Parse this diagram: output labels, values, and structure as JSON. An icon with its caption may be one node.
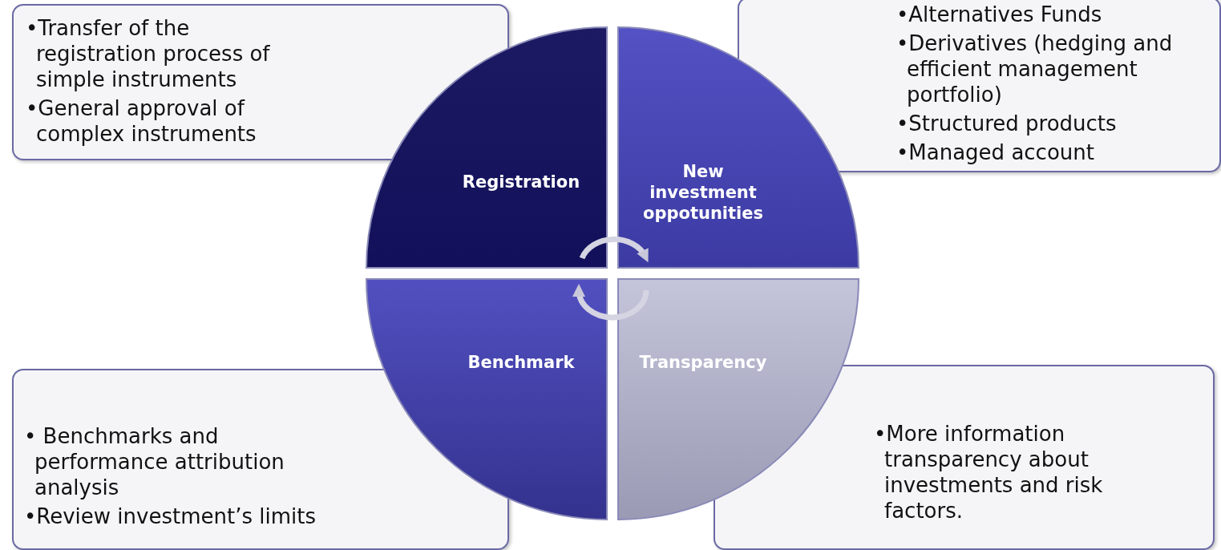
{
  "diagram": {
    "nodes": [
      {
        "text": [
          "•Transfer of the registration process of simple instruments",
          "•General approval of complex instruments"
        ]
      },
      {
        "text": [
          "Registration"
        ]
      },
      {
        "text": [
          "New investment oppotunities"
        ]
      },
      {
        "text": [
          "•Alternatives Funds",
          "•Derivatives (hedging and efficient management portfolio)",
          "•Structured products",
          "•Managed account"
        ]
      },
      {
        "text": [
          "• Benchmarks and performance attribution analysis",
          "•Review investment’s limits"
        ]
      },
      {
        "text": [
          "Benchmark"
        ]
      },
      {
        "text": [
          "Transparency"
        ]
      },
      {
        "text": [
          "•More information transparency about investments and risk factors."
        ]
      }
    ],
    "edges": [
      {
        "from": 1,
        "to": 2,
        "arrow": "to"
      },
      {
        "from": 6,
        "to": 5,
        "arrow": "to"
      }
    ]
  }
}
